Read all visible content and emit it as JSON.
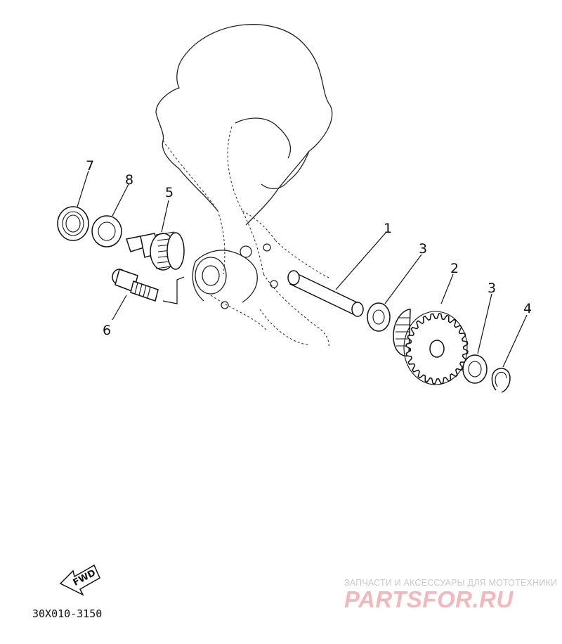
{
  "diagram": {
    "callouts": [
      {
        "id": "c1",
        "label": "1"
      },
      {
        "id": "c2",
        "label": "2"
      },
      {
        "id": "c3a",
        "label": "3"
      },
      {
        "id": "c3b",
        "label": "3"
      },
      {
        "id": "c4",
        "label": "4"
      },
      {
        "id": "c5",
        "label": "5"
      },
      {
        "id": "c6",
        "label": "6"
      },
      {
        "id": "c7",
        "label": "7"
      },
      {
        "id": "c8",
        "label": "8"
      }
    ],
    "fwd_label": "FWD",
    "drawing_code": "30X010-3150"
  },
  "watermark": {
    "subtitle": "ЗАПЧАСТИ И АКСЕССУАРЫ ДЛЯ МОТОТЕХНИКИ",
    "logo_text": "PARTSFOR.RU"
  },
  "colors": {
    "line": "#111111",
    "watermark_logo": "#f2b9bd",
    "watermark_text": "#c9c9c9"
  }
}
